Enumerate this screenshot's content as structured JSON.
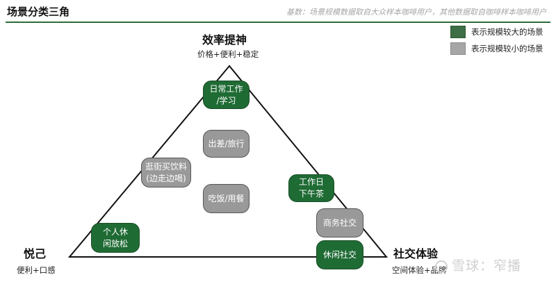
{
  "header": {
    "title": "场景分类三角",
    "note": "基数：场景规模数据取自大众样本咖啡用户，其他数据取自咖啡样本咖啡用户"
  },
  "vertices": {
    "top": {
      "title": "效率提神",
      "subtitle": "价格+便利+稳定"
    },
    "left": {
      "title": "悦己",
      "subtitle": "便利+口感"
    },
    "right": {
      "title": "社交体验",
      "subtitle": "空间体验+品牌"
    }
  },
  "scenes": {
    "work_study": {
      "label": "日常工作\n/学习",
      "scale": "large"
    },
    "business_travel": {
      "label": "出差/旅行",
      "scale": "small"
    },
    "shopping_drink": {
      "label": "逛街买饮料\n(边走边喝)",
      "scale": "small"
    },
    "meal": {
      "label": "吃饭/用餐",
      "scale": "small"
    },
    "afternoon_tea": {
      "label": "工作日\n下午茶",
      "scale": "large"
    },
    "business_social": {
      "label": "商务社交",
      "scale": "small"
    },
    "personal_relax": {
      "label": "个人休\n闲放松",
      "scale": "large"
    },
    "leisure_social": {
      "label": "休闲社交",
      "scale": "large"
    }
  },
  "legend": [
    {
      "label": "表示规模较大的场景",
      "scale": "large"
    },
    {
      "label": "表示规模较小的场景",
      "scale": "small"
    }
  ],
  "watermark": {
    "text": "雪球：窄播"
  },
  "colors": {
    "large": "#1f6b34",
    "small": "#999999",
    "rule": "#2d6b3a"
  }
}
